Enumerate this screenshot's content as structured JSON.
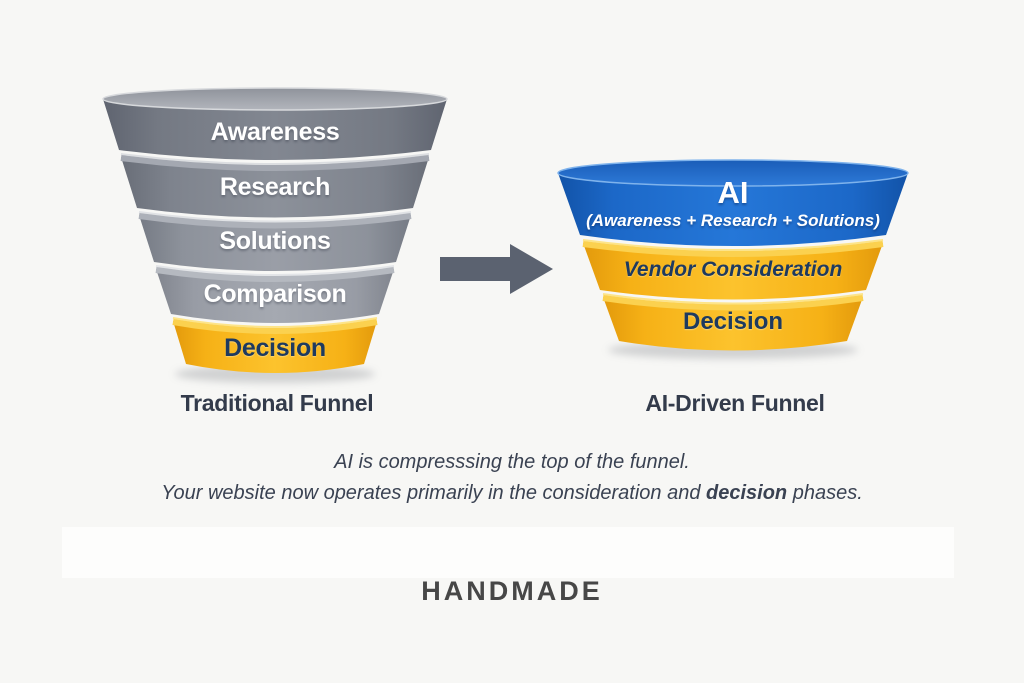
{
  "page": {
    "background": "#f7f7f5"
  },
  "traditional_funnel": {
    "title": "Traditional Funnel",
    "tiers": [
      {
        "label": "Awareness",
        "color": "#7c818b",
        "text_color": "#ffffff"
      },
      {
        "label": "Research",
        "color": "#878c96",
        "text_color": "#ffffff"
      },
      {
        "label": "Solutions",
        "color": "#9599a2",
        "text_color": "#ffffff"
      },
      {
        "label": "Comparison",
        "color": "#9fa3ab",
        "text_color": "#ffffff"
      },
      {
        "label": "Decision",
        "color": "#f9b71b",
        "text_color": "#1e3a5f"
      }
    ]
  },
  "ai_funnel": {
    "title": "AI-Driven Funnel",
    "tiers": [
      {
        "label": "AI",
        "sublabel": "(Awareness + Research + Solutions)",
        "color": "#1f71d6",
        "text_color": "#ffffff"
      },
      {
        "label": "Vendor Consideration",
        "color": "#f9b71b",
        "text_color": "#1e3a5f"
      },
      {
        "label": "Decision",
        "color": "#f9b71b",
        "text_color": "#1e3a5f"
      }
    ]
  },
  "arrow": {
    "color": "#5b6270",
    "direction": "right"
  },
  "caption": {
    "line1": "AI is compresssing the top of the funnel.",
    "line2_prefix": "Your website now operates primarily in the consideration and ",
    "line2_bold": "decision",
    "line2_suffix": " phases.",
    "text_color": "#3a4252"
  },
  "footer": {
    "brand": "HANDMADE",
    "color": "#474747"
  }
}
